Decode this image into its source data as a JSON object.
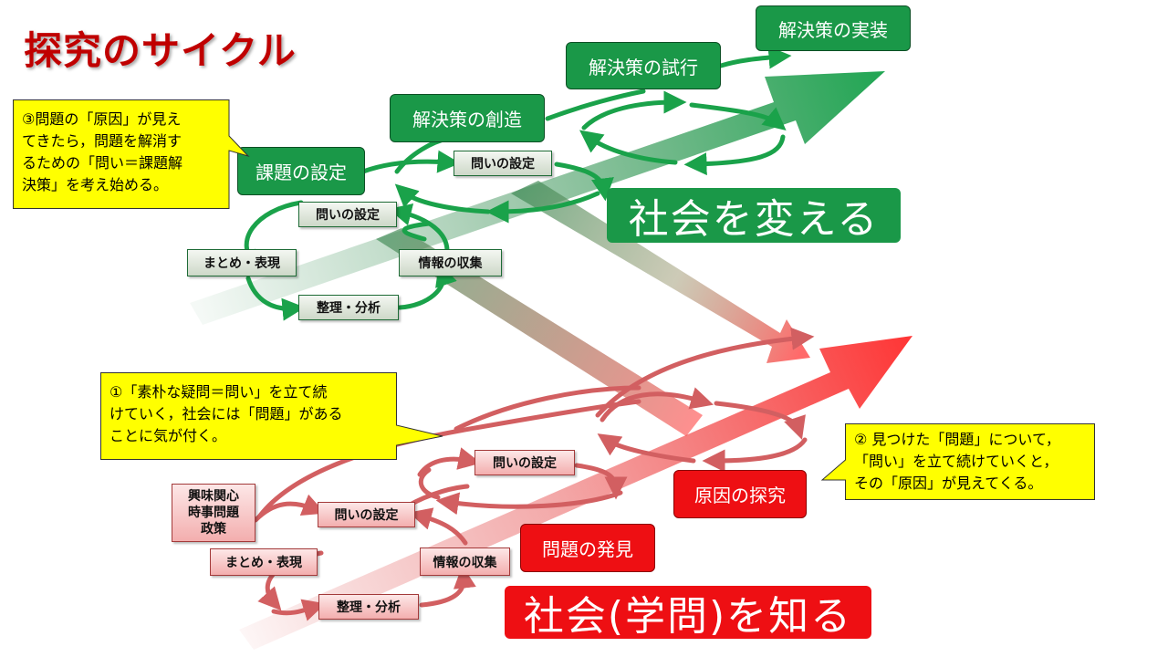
{
  "title": "探究のサイクル",
  "banners": {
    "green": "社会を変える",
    "red": "社会(学問)を知る"
  },
  "green_cycle": {
    "solution_implement": "解決策の実装",
    "solution_trial": "解決策の試行",
    "solution_create": "解決策の創造",
    "issue_setting": "課題の設定",
    "question_setting_upper": "問いの設定",
    "question_setting_lower": "問いの設定",
    "info_collect": "情報の収集",
    "summary_expression": "まとめ・表現",
    "organize_analyze": "整理・分析"
  },
  "red_cycle": {
    "cause_inquiry": "原因の探究",
    "problem_discovery": "問題の発見",
    "question_setting_upper": "問いの設定",
    "question_setting_lower": "問いの設定",
    "info_collect": "情報の収集",
    "summary_expression": "まとめ・表現",
    "organize_analyze": "整理・分析",
    "interest_lines": [
      "興味関心",
      "時事問題",
      "政策"
    ]
  },
  "notes": {
    "note1": "①「素朴な疑問＝問い」を立て続\nけていく，社会には「問題」がある\nことに気が付く。",
    "note2": "② 見つけた「問題」について，\n「問い」を立て続けていくと，\nその「原因」が見えてくる。",
    "note3": "③問題の「原因」が見え\nてきたら，問題を解消す\nるための「問い＝課題解\n決策」を考え始める。"
  },
  "colors": {
    "title": "#c00000",
    "green": "#1a9848",
    "red": "#ee0f13",
    "green_arrow": "#13a14a",
    "red_arrow": "#d9595b",
    "note_fill": "#ffff00"
  }
}
